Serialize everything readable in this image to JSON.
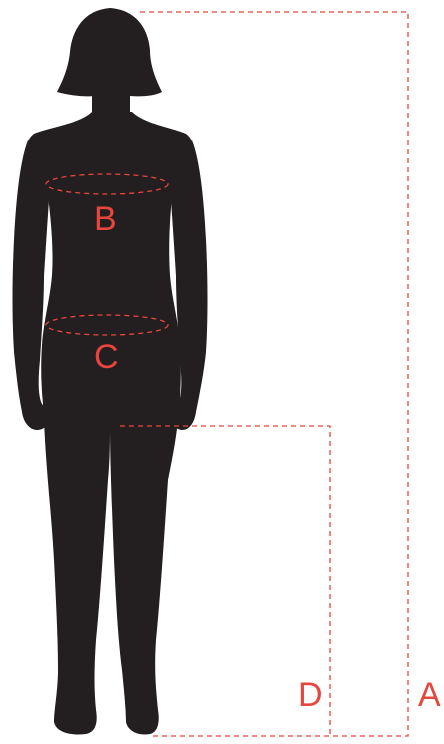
{
  "labels": {
    "a": "A",
    "b": "B",
    "c": "C",
    "d": "D"
  },
  "colors": {
    "silhouette": "#231f20",
    "measure": "#e8453c",
    "background": "#ffffff"
  }
}
